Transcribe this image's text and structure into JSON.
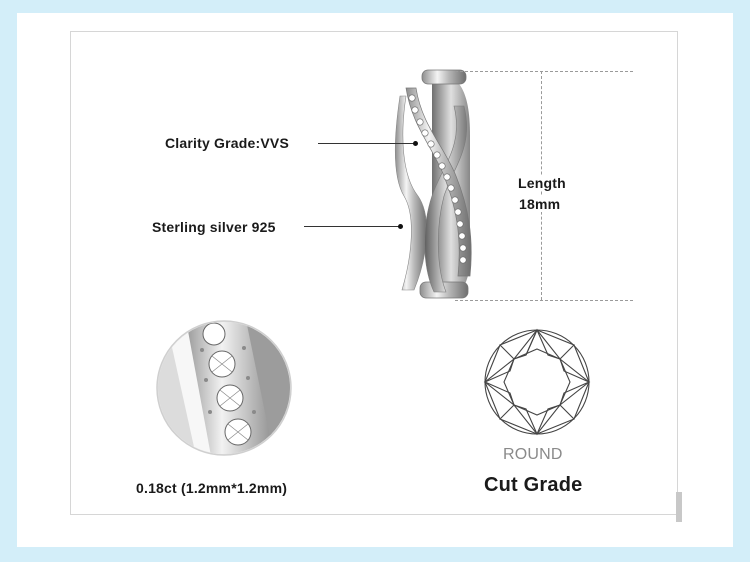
{
  "annotations": {
    "clarity": "Clarity Grade:VVS",
    "material": "Sterling silver 925",
    "length_title": "Length",
    "length_value": "18mm",
    "carat": "0.18ct (1.2mm*1.2mm)",
    "cut_shape": "ROUND",
    "cut_title": "Cut Grade"
  },
  "colors": {
    "background": "#d3eef9",
    "text": "#1a1a1a",
    "muted_text": "#8a8a8a"
  }
}
